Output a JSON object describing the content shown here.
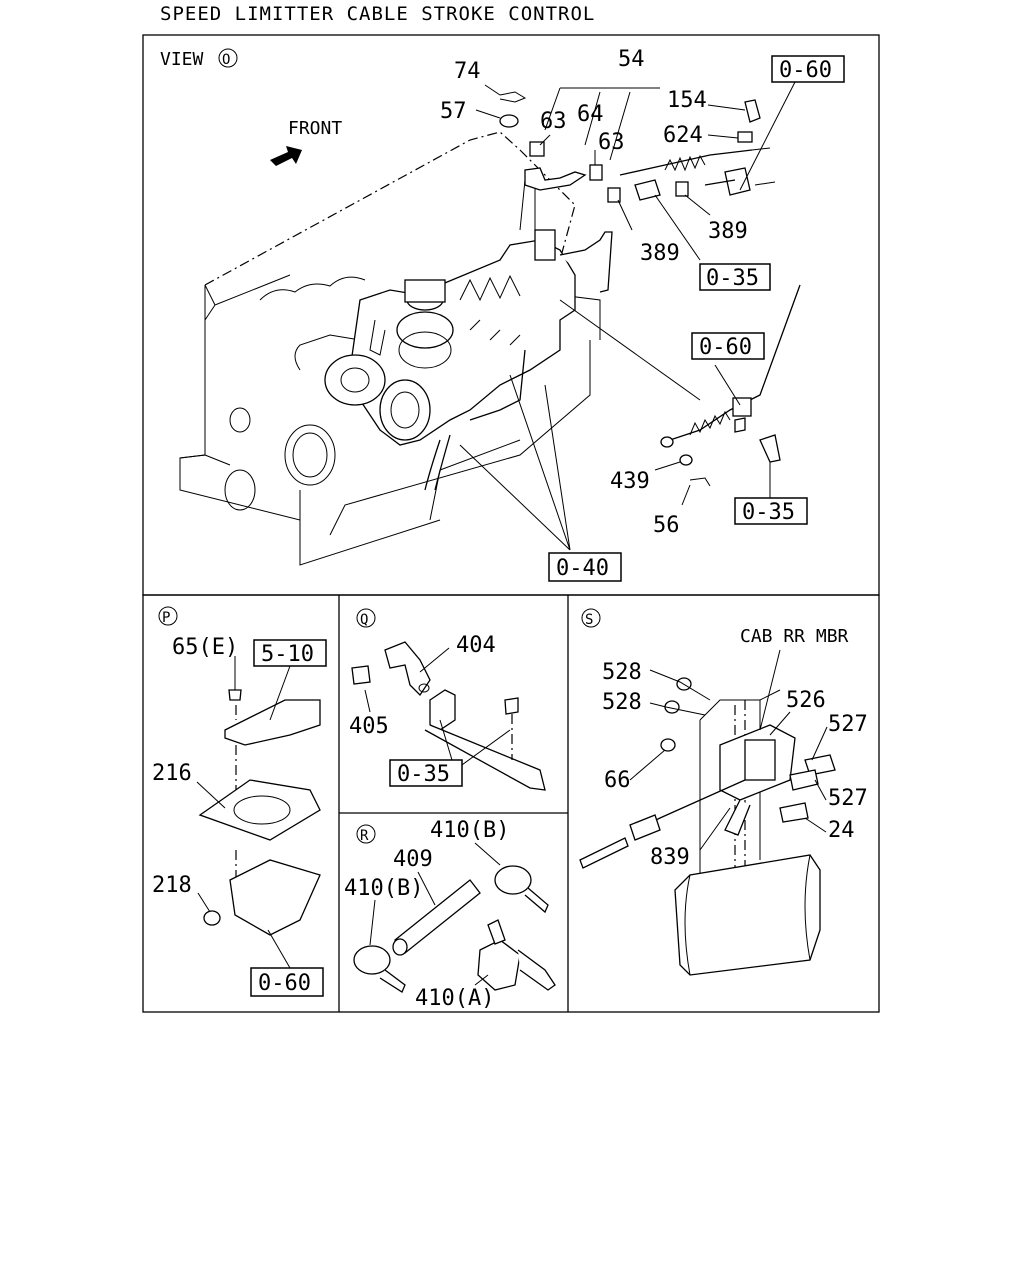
{
  "title": "SPEED LIMITTER CABLE STROKE CONTROL",
  "main_view": {
    "view_label": "VIEW",
    "view_marker": "O",
    "front_label": "FRONT",
    "callouts": [
      "74",
      "57",
      "54",
      "63",
      "64",
      "63",
      "154",
      "624",
      "389",
      "389"
    ],
    "ref_boxes": [
      "0-60",
      "0-35",
      "0-60",
      "0-35",
      "0-40"
    ],
    "lower_callouts": [
      "439",
      "56"
    ]
  },
  "panel_p": {
    "marker": "P",
    "callouts": [
      "65(E)",
      "216",
      "218"
    ],
    "ref_boxes": [
      "5-10",
      "0-60"
    ]
  },
  "panel_q": {
    "marker": "Q",
    "callouts": [
      "404",
      "405"
    ],
    "ref_boxes": [
      "0-35"
    ]
  },
  "panel_r": {
    "marker": "R",
    "callouts": [
      "410(B)",
      "409",
      "410(B)",
      "410(A)"
    ]
  },
  "panel_s": {
    "marker": "S",
    "header": "CAB RR MBR",
    "callouts": [
      "528",
      "528",
      "526",
      "527",
      "66",
      "527",
      "24",
      "839"
    ]
  },
  "icons": [
    "front-arrow-icon",
    "engine-block",
    "fuel-injection-pump",
    "control-cable",
    "bracket",
    "clamp-band"
  ],
  "colors": {
    "line": "#000000",
    "background": "#ffffff"
  }
}
